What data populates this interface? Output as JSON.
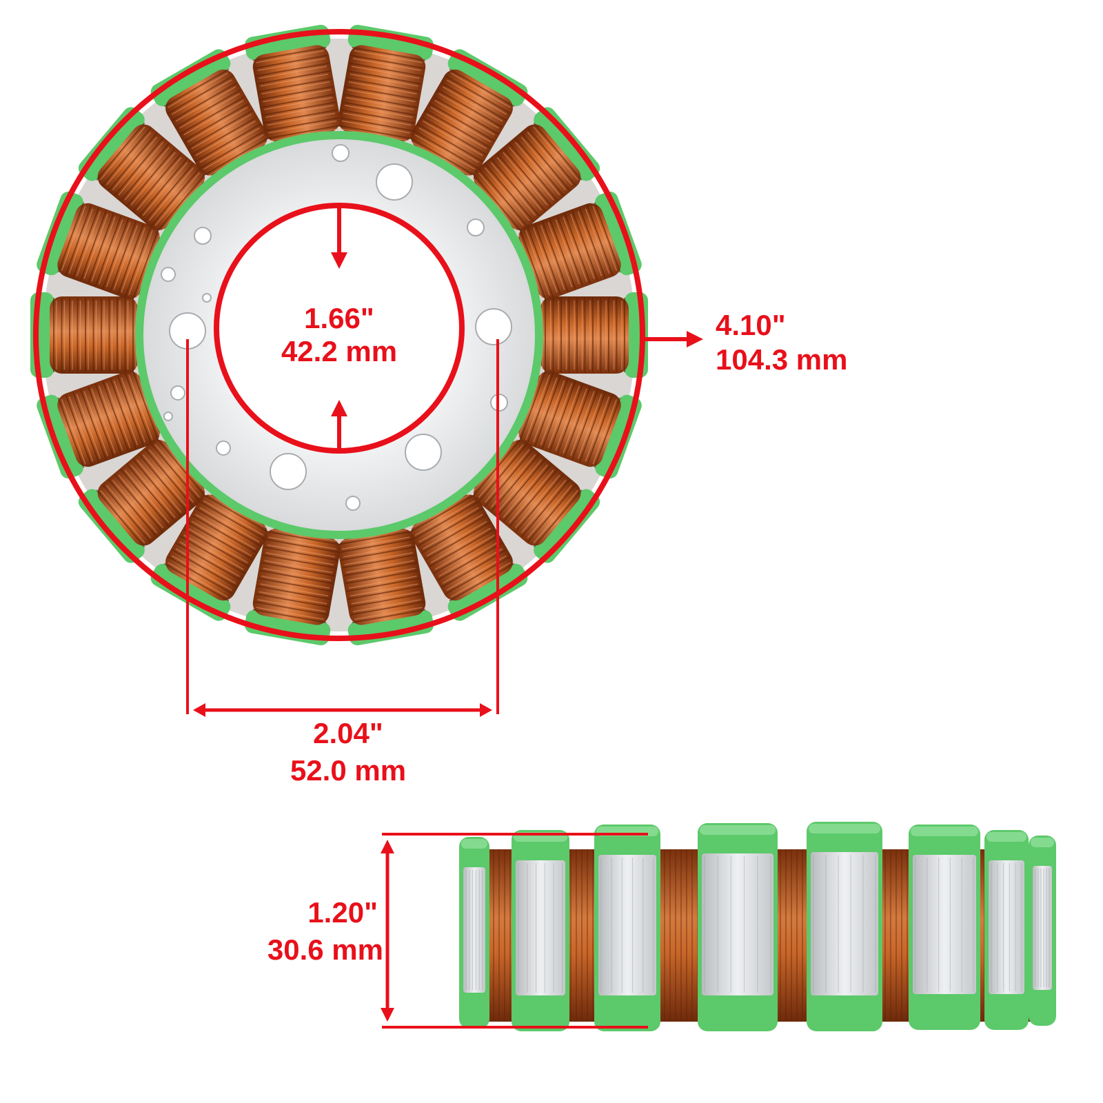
{
  "colors": {
    "annotation": "#e8101a",
    "copper": "#b5541c",
    "copper_dark": "#6e2a0a",
    "copper_light": "#e08850",
    "insulation": "#5cc96a",
    "steel": "#e4e6e8"
  },
  "annotations": {
    "inner_diameter": {
      "inch": "1.66\"",
      "mm": "42.2 mm"
    },
    "outer_diameter": {
      "inch": "4.10\"",
      "mm": "104.3 mm"
    },
    "bolt_spacing": {
      "inch": "2.04\"",
      "mm": "52.0 mm"
    },
    "height": {
      "inch": "1.20\"",
      "mm": "30.6 mm"
    }
  },
  "stator": {
    "pole_count": 18
  }
}
